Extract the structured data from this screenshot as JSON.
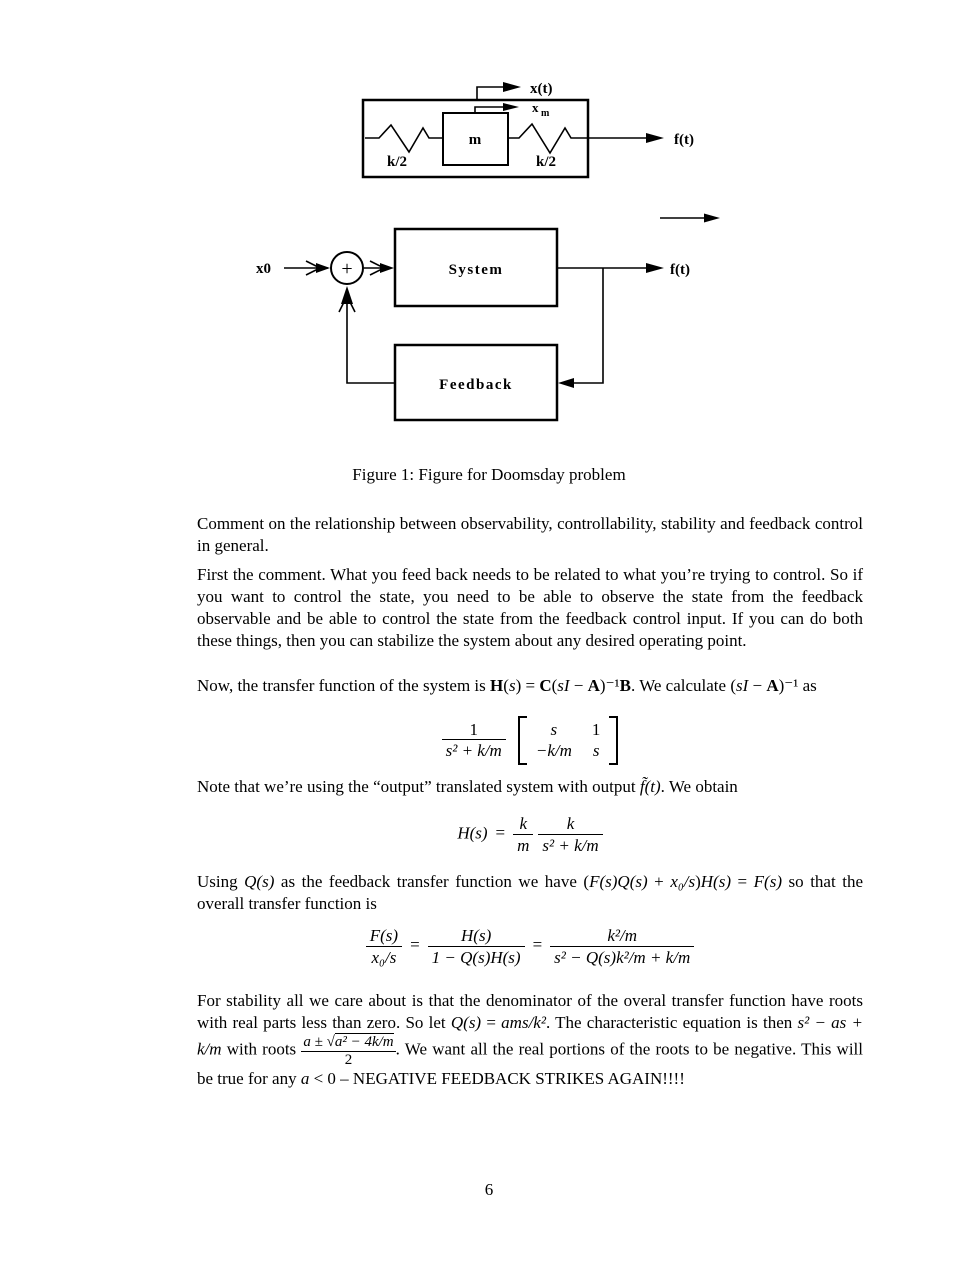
{
  "figure1": {
    "x": "x(t)",
    "xm": "x",
    "xm_sub": "m",
    "mass": "m",
    "k_left": "k/2",
    "k_right": "k/2",
    "f": "f(t)"
  },
  "figure2": {
    "input": "x0",
    "plus": "+",
    "system": "System",
    "feedback": "Feedback",
    "output": "f(t)"
  },
  "caption": "Figure 1: Figure for Doomsday problem",
  "body": {
    "p1": "Comment on the relationship between observability, controllability, stability and feedback control in general.",
    "p2": "First the comment. What you feed back needs to be related to what you’re trying to control. So if you want to control the state, you need to be able to observe the state from the feedback observable and be able to control the state from the feedback control input. If you can do both these things, then you can stabilize the system about any desired operating point.",
    "p3": {
      "t1": "Now, the transfer function of the system is ",
      "bH": "H",
      "t2": "(",
      "is1": "s",
      "t3": ") = ",
      "bC": "C",
      "t4": "(",
      "isI1": "sI",
      "t5": " − ",
      "bA1": "A",
      "t6": ")⁻¹",
      "bB": "B",
      "t7": ". We calculate (",
      "isI2": "sI",
      "t8": " − ",
      "bA2": "A",
      "t9": ")⁻¹ as"
    },
    "eq1": {
      "num": "1",
      "den": "s² + k/m",
      "m11": "s",
      "m12": "1",
      "m21": "−k/m",
      "m22": "s"
    },
    "p4": {
      "t1": "Note that we’re using the “output” translated system with output ",
      "if": "f̃(t)",
      "t2": ". We obtain"
    },
    "eq2": {
      "lhs": "H(s)",
      "eq": "=",
      "f1n": "k",
      "f1d": "m",
      "f2n": "k",
      "f2d": "s² + k/m"
    },
    "p5": {
      "t1": "Using ",
      "iQ": "Q(s)",
      "t2": " as the feedback transfer function we have (",
      "iF1": "F(s)Q(s)",
      "t3": " + ",
      "ix0": "x₀/s",
      "t4": ")",
      "iH": "H(s)",
      "t5": " = ",
      "iF2": "F(s)",
      "t6": " so that the overall transfer function is"
    },
    "eq3": {
      "f1n": "F(s)",
      "f1d": "x₀/s",
      "e1": "=",
      "f2n": "H(s)",
      "f2d": "1 − Q(s)H(s)",
      "e2": "=",
      "f3n": "k²/m",
      "f3d": "s² − Q(s)k²/m + k/m"
    },
    "p6": {
      "t1": "For stability all we care about is that the denominator of the overal transfer function have roots with real parts less than zero. So let ",
      "iQ": "Q(s)",
      "t2": " = ",
      "im1": "ams/k²",
      "t3": ". The characteristic equation is then ",
      "im2": "s² − as + k/m",
      "t4": " with roots ",
      "rootnum": "a ± ",
      "rootsqrt": "√",
      "rootrad": "a² − 4k/m",
      "rootden": "2",
      "t5": ". We want all the real portions of the roots to be negative. This will be true for any ",
      "im3": "a",
      "t6": " < 0 – NEGATIVE FEEDBACK STRIKES AGAIN!!!!"
    }
  },
  "page_number": "6"
}
